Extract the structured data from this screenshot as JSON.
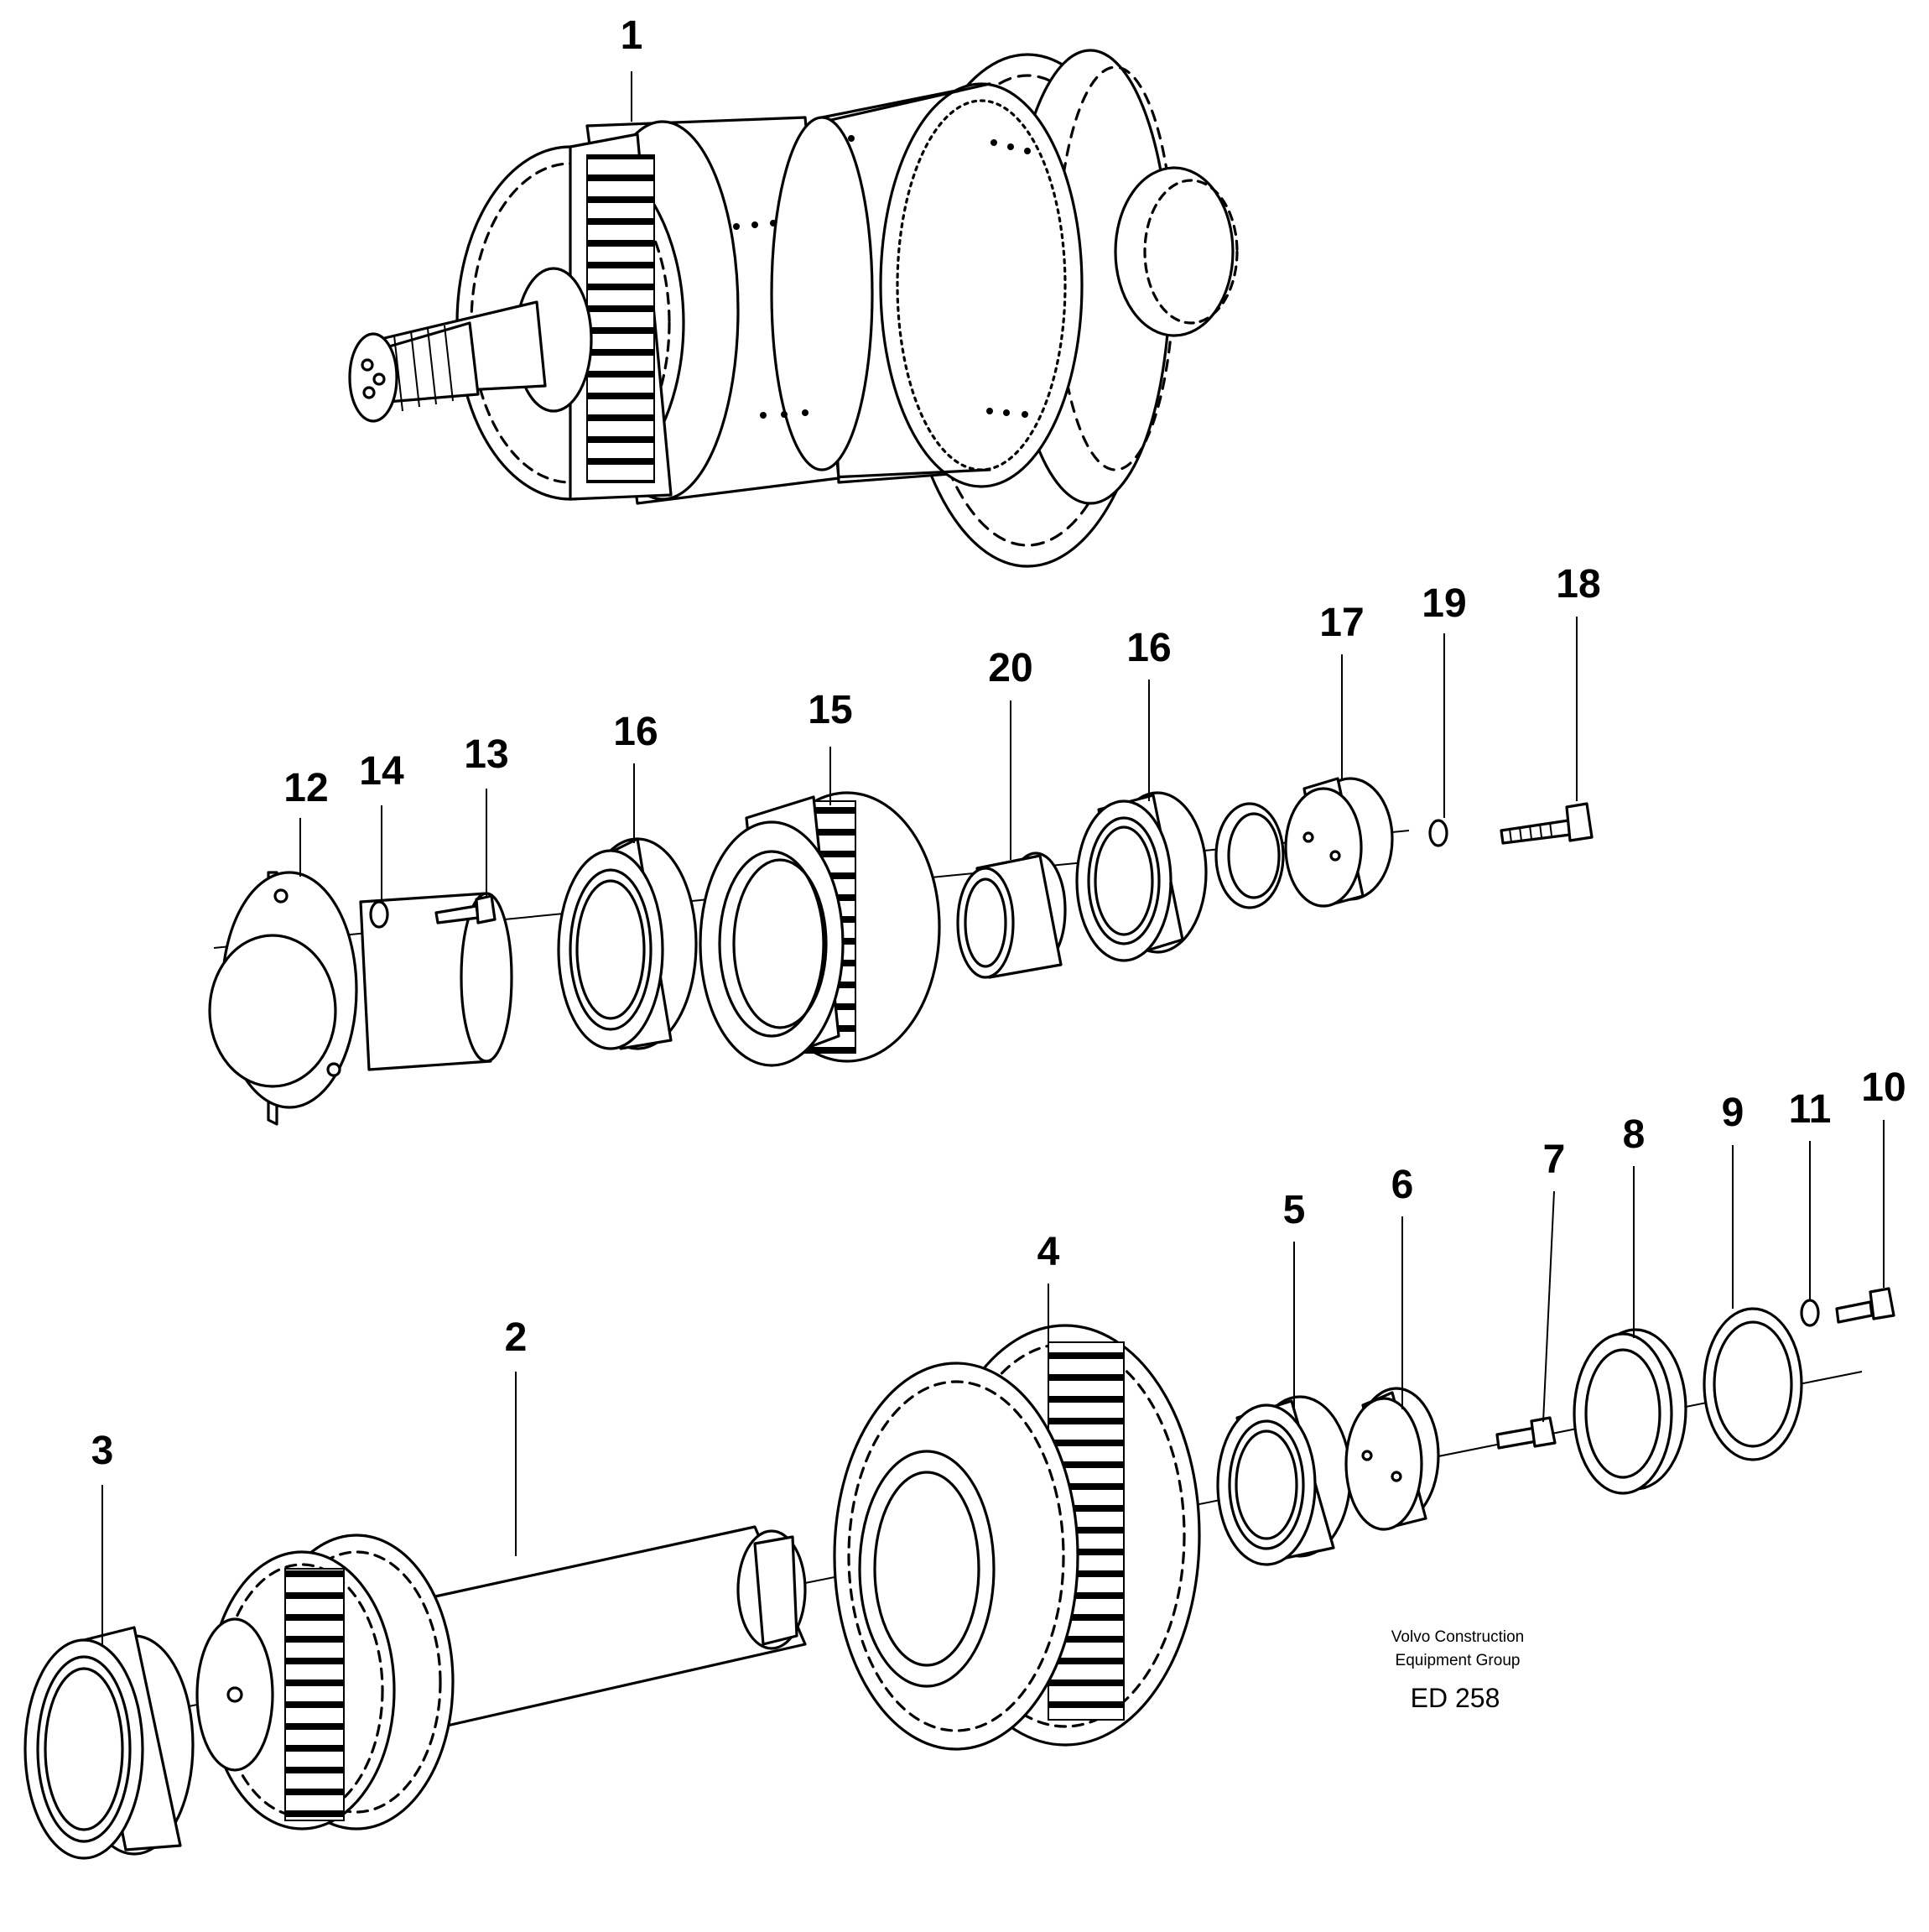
{
  "callouts": {
    "c1": "1",
    "c2": "2",
    "c3": "3",
    "c4": "4",
    "c5": "5",
    "c6": "6",
    "c7": "7",
    "c8": "8",
    "c9": "9",
    "c10": "10",
    "c11": "11",
    "c12": "12",
    "c13": "13",
    "c14": "14",
    "c15": "15",
    "c16a": "16",
    "c16b": "16",
    "c17": "17",
    "c18": "18",
    "c19": "19",
    "c20": "20"
  },
  "credit": {
    "line1": "Volvo Construction",
    "line2": "Equipment Group",
    "code": "ED 258"
  }
}
